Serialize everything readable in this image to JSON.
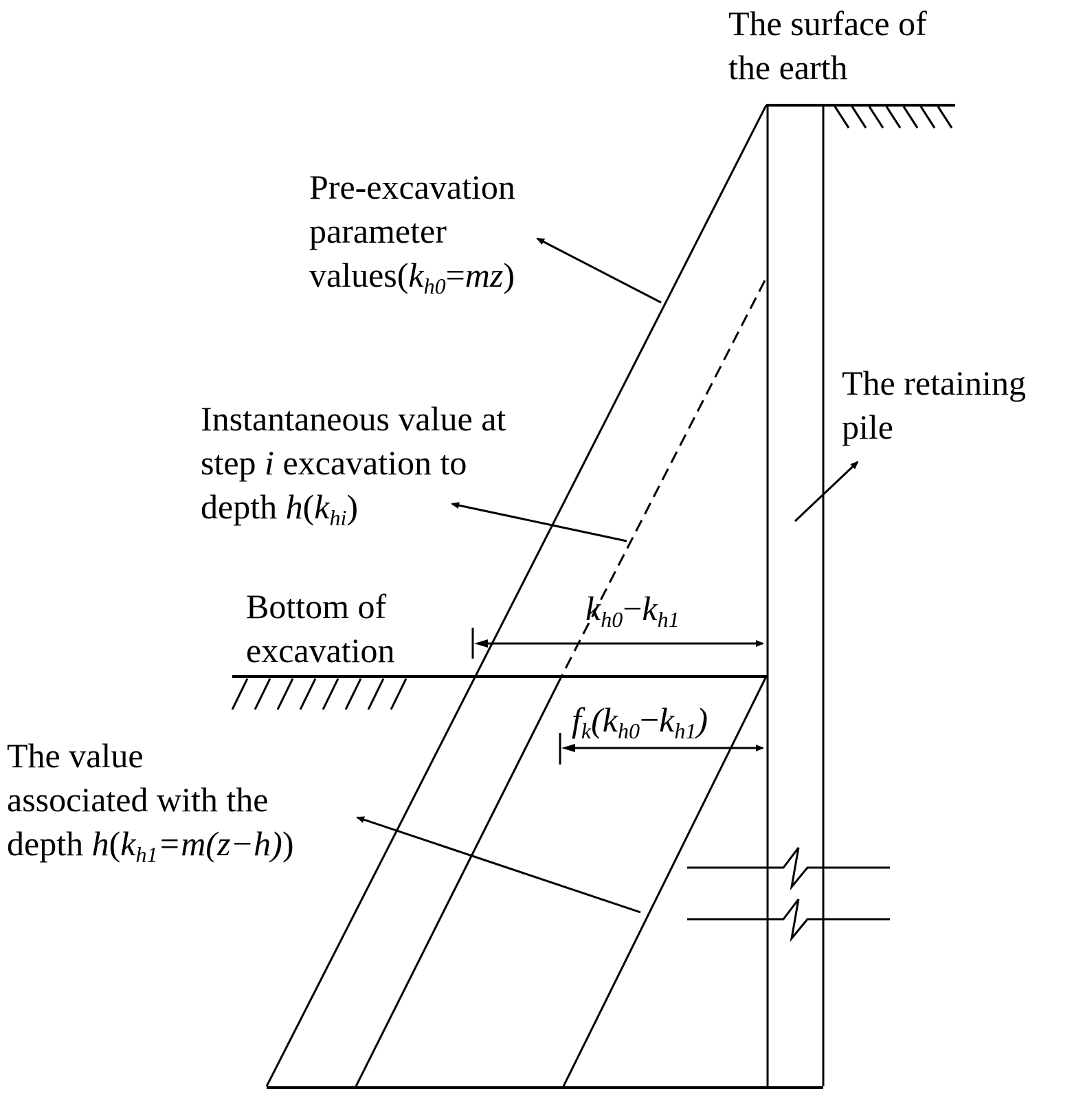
{
  "labels": {
    "surface": [
      "The surface of",
      "the earth"
    ],
    "pre_excavation": {
      "line1": "Pre-excavation",
      "line2": "parameter",
      "line3_pre": "values(",
      "k": "k",
      "sub": "h0",
      "eq": "=",
      "mz": "mz",
      "close": ")"
    },
    "retaining_pile": [
      "The retaining",
      "pile"
    ],
    "instantaneous": {
      "line1": "Instantaneous value at",
      "line2_pre": "step ",
      "i": "i",
      "line2_post": " excavation to",
      "line3_pre": "depth ",
      "h": "h",
      "open": "(",
      "k": "k",
      "sub": "hi",
      "close": ")"
    },
    "bottom": [
      "Bottom of",
      "excavation"
    ],
    "dim_top": {
      "k1": "k",
      "sub1": "h0",
      "minus": "−",
      "k2": "k",
      "sub2": "h1"
    },
    "dim_bottom": {
      "f": "f",
      "fsub": "k",
      "open": "(",
      "k1": "k",
      "sub1": "h0",
      "minus": "−",
      "k2": "k",
      "sub2": "h1",
      "close": ")"
    },
    "associated": {
      "line1": "The value",
      "line2": "associated with the",
      "line3_pre": "depth ",
      "h": "h",
      "open": "(",
      "k": "k",
      "sub": "h1",
      "eq": "=",
      "expr": "m(z−h)",
      "close": ")"
    }
  }
}
